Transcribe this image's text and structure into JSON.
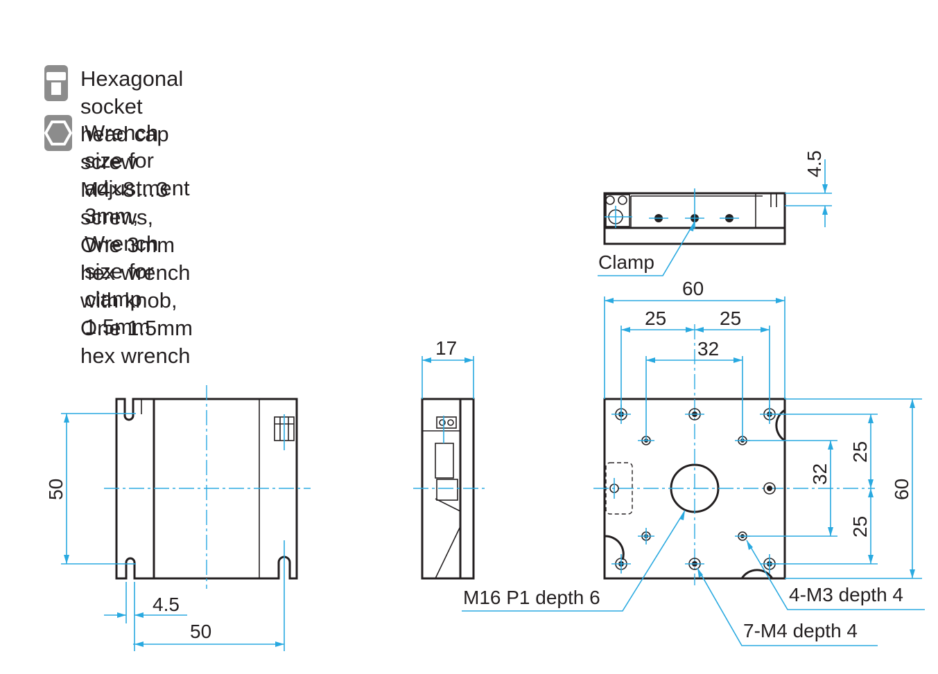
{
  "legend": {
    "accessories_icon": "screw-icon",
    "accessories_line1": "Hexagonal socket head cap screw M4×8…3 screws,",
    "accessories_line2": "One 3mm hex wrench with knob, One 1.5mm hex wrench",
    "wrench_icon": "hex-nut-icon",
    "wrench_line": "Wrench size for adjustment 3mm, Wrench size for clamp 1.5mm"
  },
  "dimensions": {
    "side_clamp_gap": "4.5",
    "clamp_label": "Clamp",
    "top_width": "60",
    "top_pitch_left": "25",
    "top_pitch_right": "25",
    "top_inner_pitch": "32",
    "top_height": "60",
    "top_vpitch_upper": "25",
    "top_vpitch_lower": "25",
    "top_inner_vpitch": "32",
    "thickness": "17",
    "front_height": "50",
    "front_width": "50",
    "front_slot_offset": "4.5",
    "center_thread": "M16 P1 depth 6",
    "m3_holes": "4-M3 depth 4",
    "m4_holes": "7-M4 depth 4"
  },
  "colors": {
    "line": "#231f20",
    "dimension": "#29a9e0",
    "badge": "#8c8c8c"
  }
}
